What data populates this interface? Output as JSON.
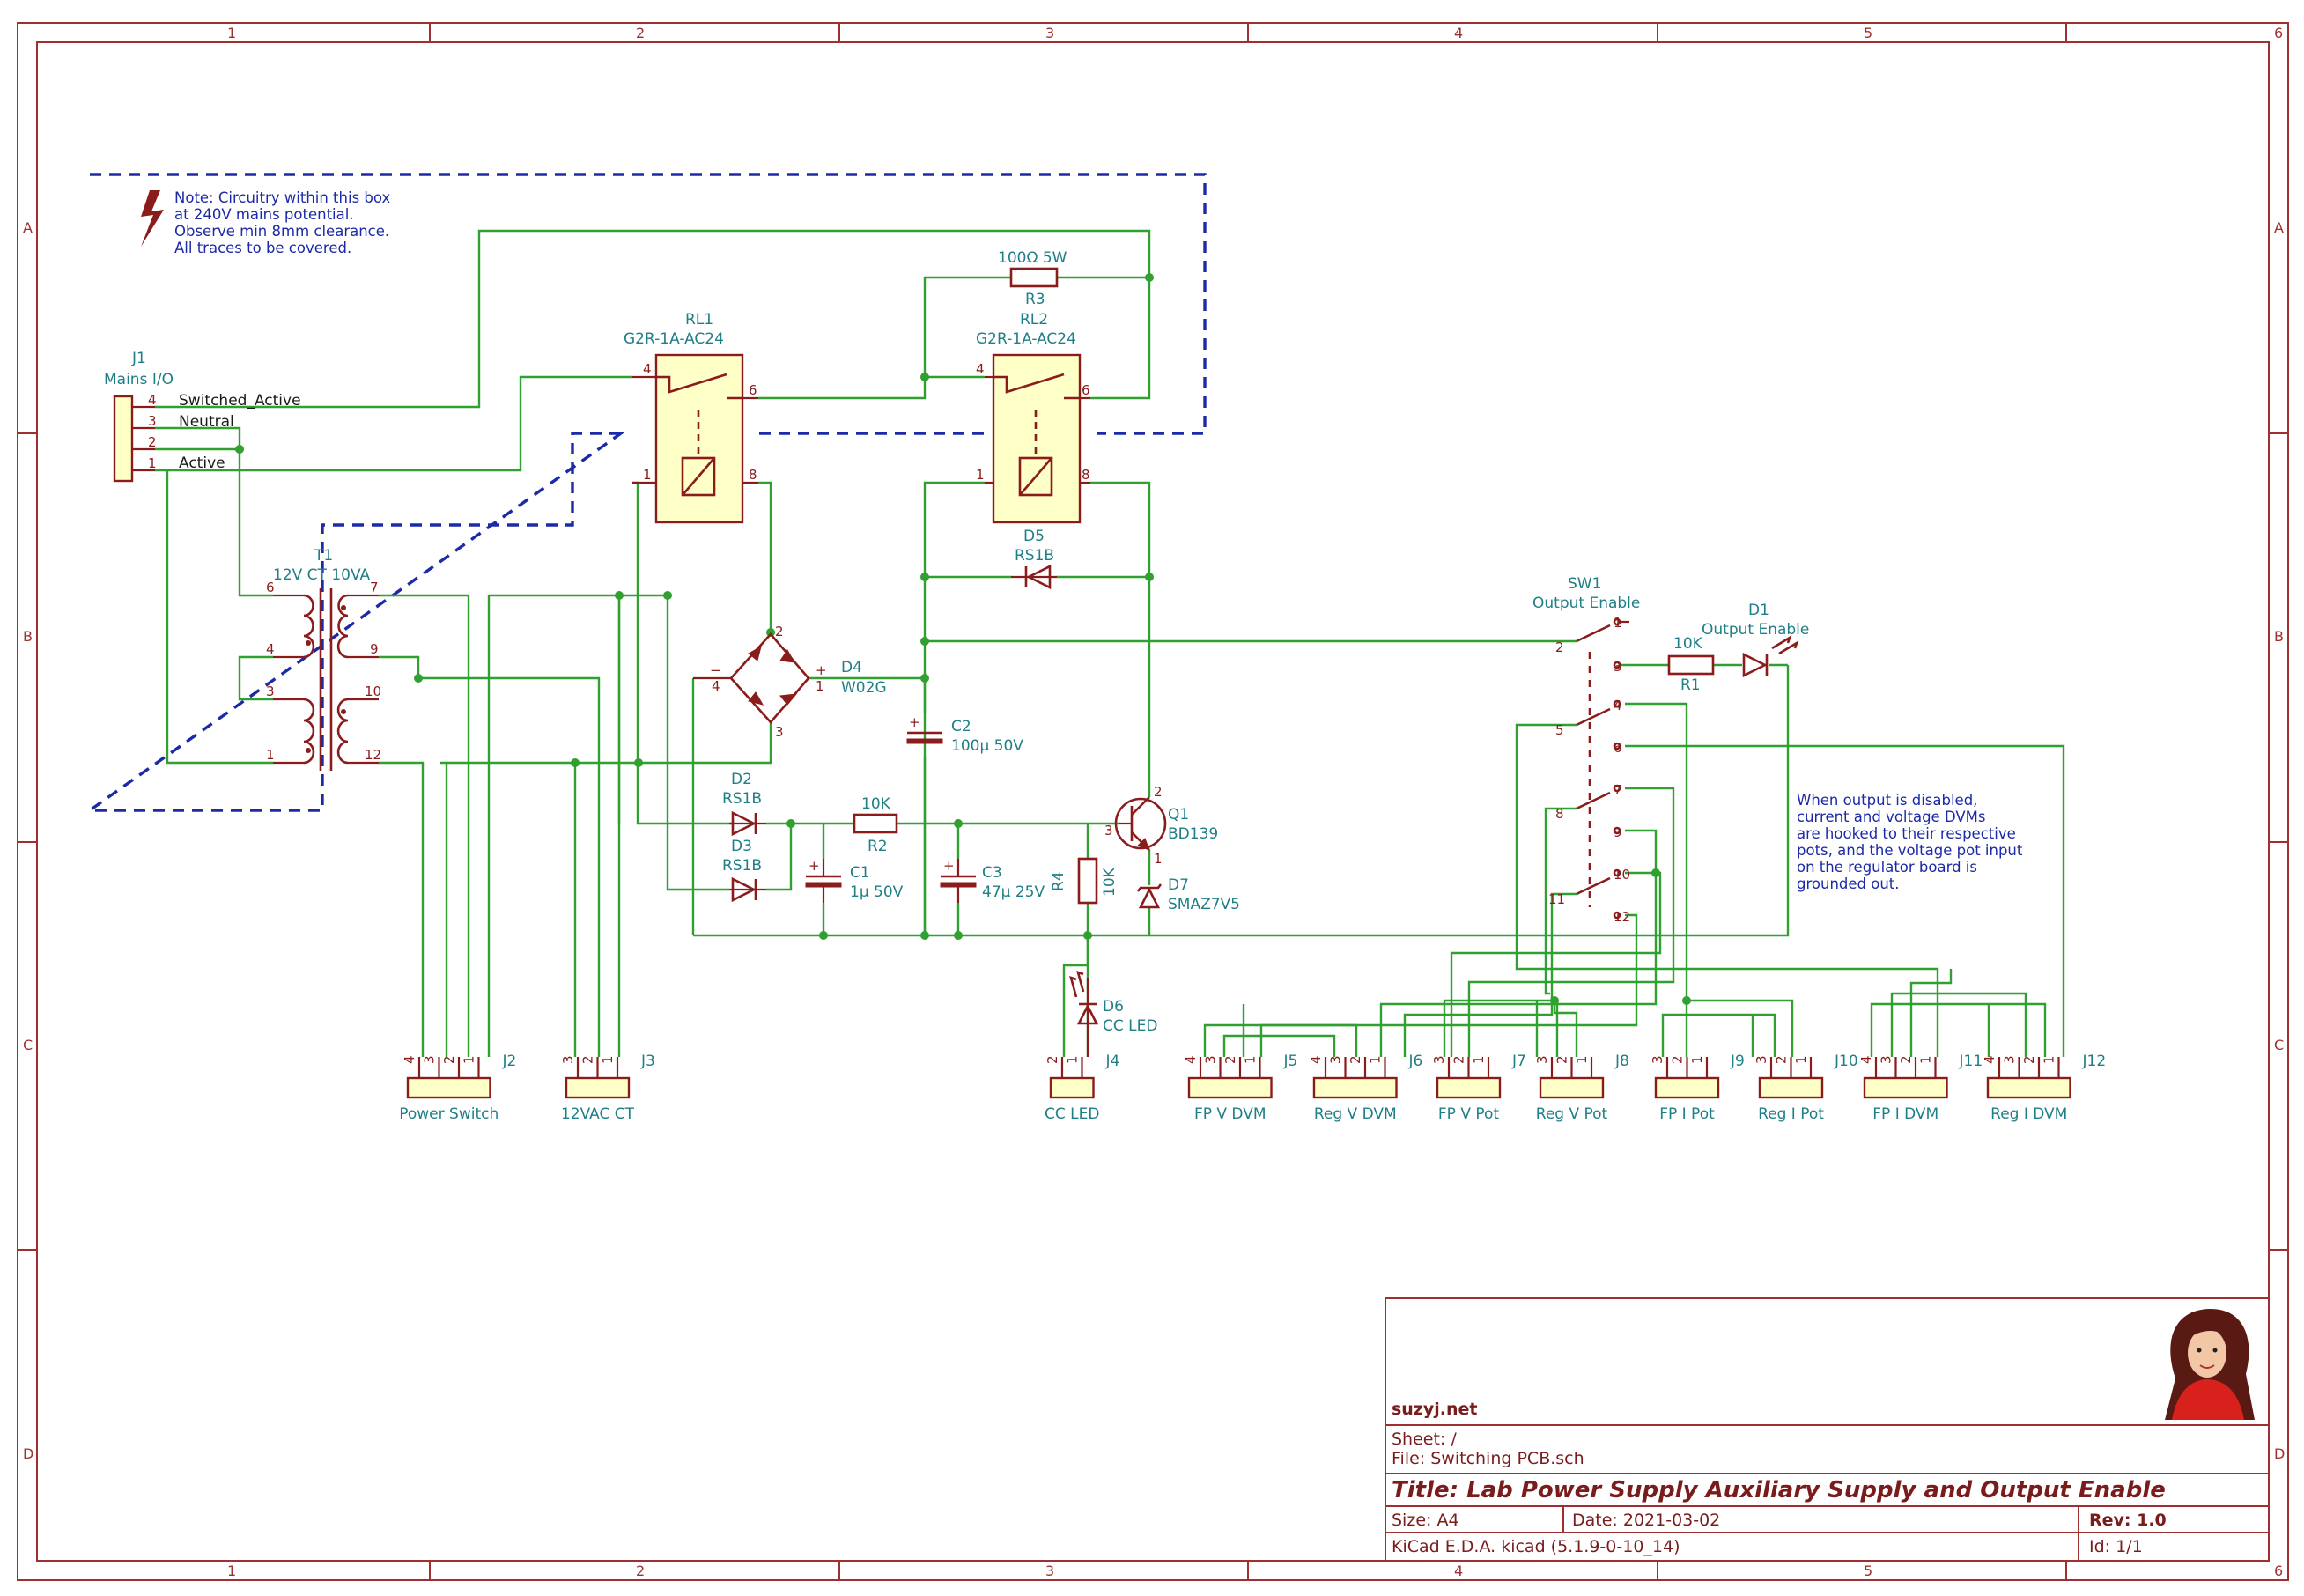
{
  "sheet": {
    "columns": [
      "1",
      "2",
      "3",
      "4",
      "5",
      "6"
    ],
    "rows": [
      "A",
      "B",
      "C",
      "D"
    ]
  },
  "note": [
    "Note: Circuitry within this box",
    "at 240V mains potential.",
    "Observe min 8mm clearance.",
    "All traces to be covered."
  ],
  "side_note": [
    "When output is disabled,",
    "current and voltage DVMs",
    "are hooked to their respective",
    "pots, and the voltage pot input",
    "on the regulator board is",
    "grounded out."
  ],
  "components": {
    "J1": {
      "ref": "J1",
      "value": "Mains I/O",
      "pins": [
        "4",
        "3",
        "2",
        "1"
      ],
      "nets": [
        "Switched_Active",
        "Neutral",
        "Active"
      ]
    },
    "RL1": {
      "ref": "RL1",
      "value": "G2R-1A-AC24",
      "pins": [
        "4",
        "6",
        "1",
        "8"
      ]
    },
    "RL2": {
      "ref": "RL2",
      "value": "G2R-1A-AC24",
      "pins": [
        "4",
        "6",
        "1",
        "8"
      ]
    },
    "R3": {
      "ref": "R3",
      "value": "100Ω 5W"
    },
    "T1": {
      "ref": "T1",
      "value": "12V CT 10VA",
      "pins": [
        "6",
        "4",
        "3",
        "1",
        "7",
        "9",
        "10",
        "12"
      ]
    },
    "D4": {
      "ref": "D4",
      "value": "W02G",
      "pins": [
        "−",
        "+",
        "4",
        "1",
        "2",
        "3"
      ]
    },
    "D5": {
      "ref": "D5",
      "value": "RS1B"
    },
    "C2": {
      "ref": "C2",
      "value": "100µ 50V",
      "plus": "+"
    },
    "D2": {
      "ref": "D2",
      "value": "RS1B"
    },
    "D3": {
      "ref": "D3",
      "value": "RS1B"
    },
    "R2": {
      "ref": "R2",
      "value": "10K"
    },
    "C1": {
      "ref": "C1",
      "value": "1µ 50V",
      "plus": "+"
    },
    "C3": {
      "ref": "C3",
      "value": "47µ 25V",
      "plus": "+"
    },
    "R4": {
      "ref": "R4",
      "value": "10K"
    },
    "Q1": {
      "ref": "Q1",
      "value": "BD139",
      "pins": [
        "1",
        "2",
        "3"
      ]
    },
    "D7": {
      "ref": "D7",
      "value": "SMAZ7V5"
    },
    "D6": {
      "ref": "D6",
      "value": "CC LED"
    },
    "SW1": {
      "ref": "SW1",
      "value": "Output Enable",
      "pins": [
        "1",
        "2",
        "3",
        "4",
        "5",
        "6",
        "7",
        "8",
        "9",
        "10",
        "11",
        "12"
      ]
    },
    "R1": {
      "ref": "R1",
      "value": "10K"
    },
    "D1": {
      "ref": "D1",
      "value": "Output Enable"
    }
  },
  "connectors": [
    {
      "ref": "J2",
      "value": "Power Switch",
      "pins": [
        "4",
        "3",
        "2",
        "1"
      ]
    },
    {
      "ref": "J3",
      "value": "12VAC CT",
      "pins": [
        "3",
        "2",
        "1"
      ]
    },
    {
      "ref": "J4",
      "value": "CC LED",
      "pins": [
        "2",
        "1"
      ]
    },
    {
      "ref": "J5",
      "value": "FP V DVM",
      "pins": [
        "4",
        "3",
        "2",
        "1"
      ]
    },
    {
      "ref": "J6",
      "value": "Reg V DVM",
      "pins": [
        "4",
        "3",
        "2",
        "1"
      ]
    },
    {
      "ref": "J7",
      "value": "FP V Pot",
      "pins": [
        "3",
        "2",
        "1"
      ]
    },
    {
      "ref": "J8",
      "value": "Reg V Pot",
      "pins": [
        "3",
        "2",
        "1"
      ]
    },
    {
      "ref": "J9",
      "value": "FP I Pot",
      "pins": [
        "3",
        "2",
        "1"
      ]
    },
    {
      "ref": "J10",
      "value": "Reg I Pot",
      "pins": [
        "3",
        "2",
        "1"
      ]
    },
    {
      "ref": "J11",
      "value": "FP I DVM",
      "pins": [
        "4",
        "3",
        "2",
        "1"
      ]
    },
    {
      "ref": "J12",
      "value": "Reg I DVM",
      "pins": [
        "4",
        "3",
        "2",
        "1"
      ]
    }
  ],
  "title_block": {
    "company": "suzyj.net",
    "sheet": "Sheet: /",
    "file": "File: Switching PCB.sch",
    "title": "Title: Lab Power Supply Auxiliary Supply and Output Enable",
    "size": "Size: A4",
    "date": "Date: 2021-03-02",
    "rev": "Rev: 1.0",
    "tool": "KiCad E.D.A.  kicad (5.1.9-0-10_14)",
    "id": "Id: 1/1"
  },
  "colors": {
    "wire": "#30a030",
    "component": "#8b1c1c",
    "body_fill": "#ffffc8",
    "reference_text": "#1f7f86",
    "note_box": "#1c2aa8",
    "frame": "#a03030"
  },
  "icons": [
    "high-voltage-icon",
    "author-avatar"
  ]
}
